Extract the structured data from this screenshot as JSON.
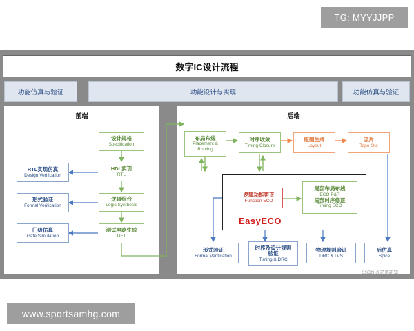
{
  "top_tag": "TG: MYYJJPP",
  "bottom_tag": "www.sportsamhg.com",
  "title": "数字IC设计流程",
  "bands": {
    "left": "功能仿真与验证",
    "center": "功能设计与实现",
    "right": "功能仿真与验证"
  },
  "front_end": {
    "title": "前端",
    "flow": [
      {
        "zh": "设计规格",
        "en": "Specification"
      },
      {
        "zh": "HDL实现",
        "en": "RTL"
      },
      {
        "zh": "逻辑综合",
        "en": "Logic Synthesis"
      },
      {
        "zh": "测试电路生成",
        "en": "DFT"
      }
    ],
    "verification": [
      {
        "zh": "RTL实现仿真",
        "en": "Design Verification"
      },
      {
        "zh": "形式验证",
        "en": "Formal Verification"
      },
      {
        "zh": "门级仿真",
        "en": "Gate Simulation"
      }
    ]
  },
  "back_end": {
    "title": "后端",
    "flow": [
      {
        "zh": "布局布线",
        "en1": "Placement &",
        "en2": "Routing"
      },
      {
        "zh": "时序收敛",
        "en": "Timing Closure"
      },
      {
        "zh": "版图生成",
        "en": "Layout"
      },
      {
        "zh": "流片",
        "en": "Tape Out"
      }
    ],
    "eco": {
      "function": {
        "zh": "逻辑功能更正",
        "en": "Function ECO"
      },
      "placement": {
        "zh1": "局部布局布线",
        "en1": "ECO P&R",
        "zh2": "局部时序修正",
        "en2": "Timing ECO"
      },
      "label": "EasyECO"
    },
    "verification": [
      {
        "zh": "形式验证",
        "en": "Formal Verification"
      },
      {
        "zh1": "时序及设计规则",
        "zh2": "验证",
        "en": "Timing & DRC"
      },
      {
        "zh": "物理规则验证",
        "en": "DRC & LVS"
      },
      {
        "zh": "后仿真",
        "en": "Spice"
      }
    ]
  },
  "watermark": "CSDN @芯语新知"
}
